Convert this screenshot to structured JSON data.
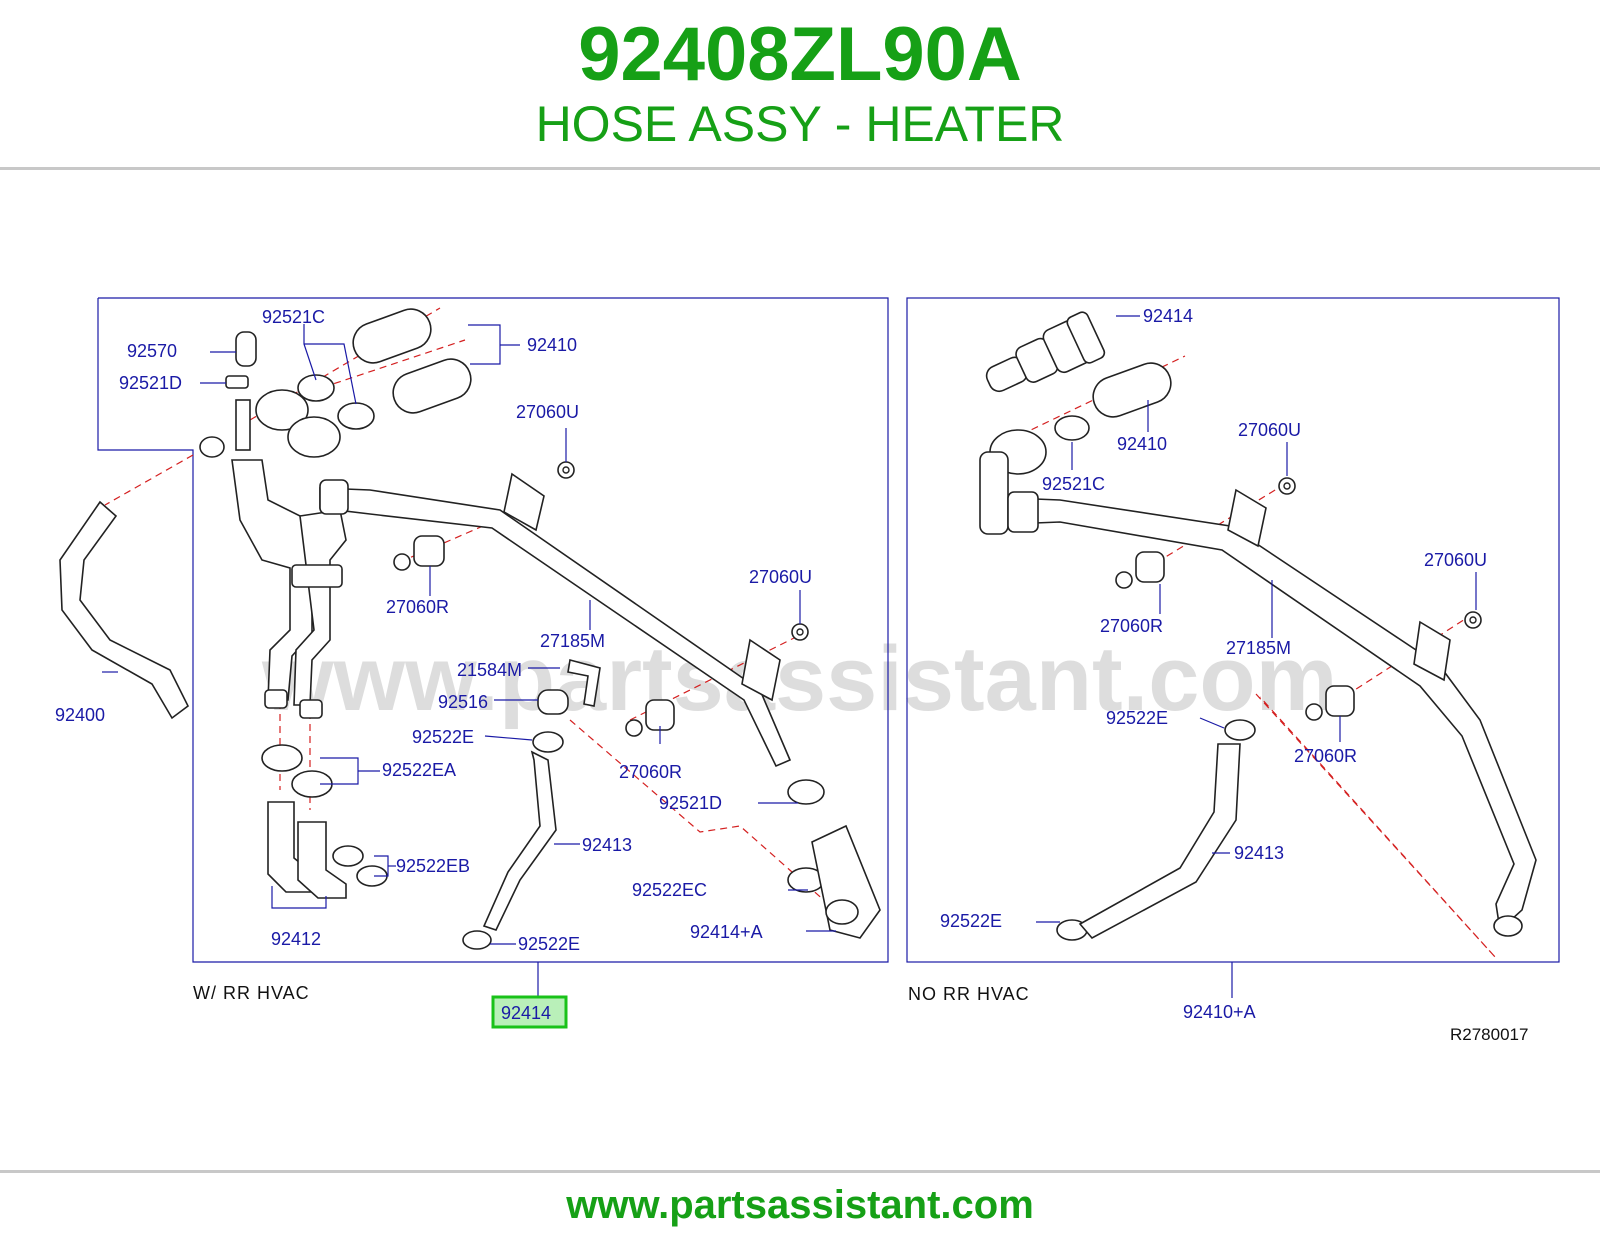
{
  "header": {
    "part_number": "92408ZL90A",
    "part_name": "HOSE ASSY - HEATER"
  },
  "watermark": "www.partsassistant.com",
  "footer": {
    "url": "www.partsassistant.com"
  },
  "colors": {
    "brand_green": "#16a016",
    "label_blue": "#1a1aa6",
    "highlight_green": "#19c219",
    "highlight_fill": "#b9f0b9",
    "centerline_red": "#d42020"
  },
  "diagram": {
    "ref_code": "R2780017",
    "highlighted_part": "92414",
    "left_panel": {
      "caption": "W/   RR   HVAC",
      "labels": [
        "92521C",
        "92570",
        "92521D",
        "92410",
        "27060U",
        "27060R",
        "27060U",
        "27185M",
        "21584M",
        "92516",
        "92522E",
        "92522EA",
        "27060R",
        "92521D",
        "92413",
        "92522EB",
        "92522EC",
        "92414+A",
        "92400",
        "92412",
        "92522E"
      ]
    },
    "right_panel": {
      "caption": "NO   RR   HVAC",
      "assembly_label": "92410+A",
      "labels": [
        "92414",
        "92410",
        "27060U",
        "92521C",
        "27060U",
        "27060R",
        "27185M",
        "92522E",
        "27060R",
        "92413",
        "92522E"
      ]
    }
  }
}
